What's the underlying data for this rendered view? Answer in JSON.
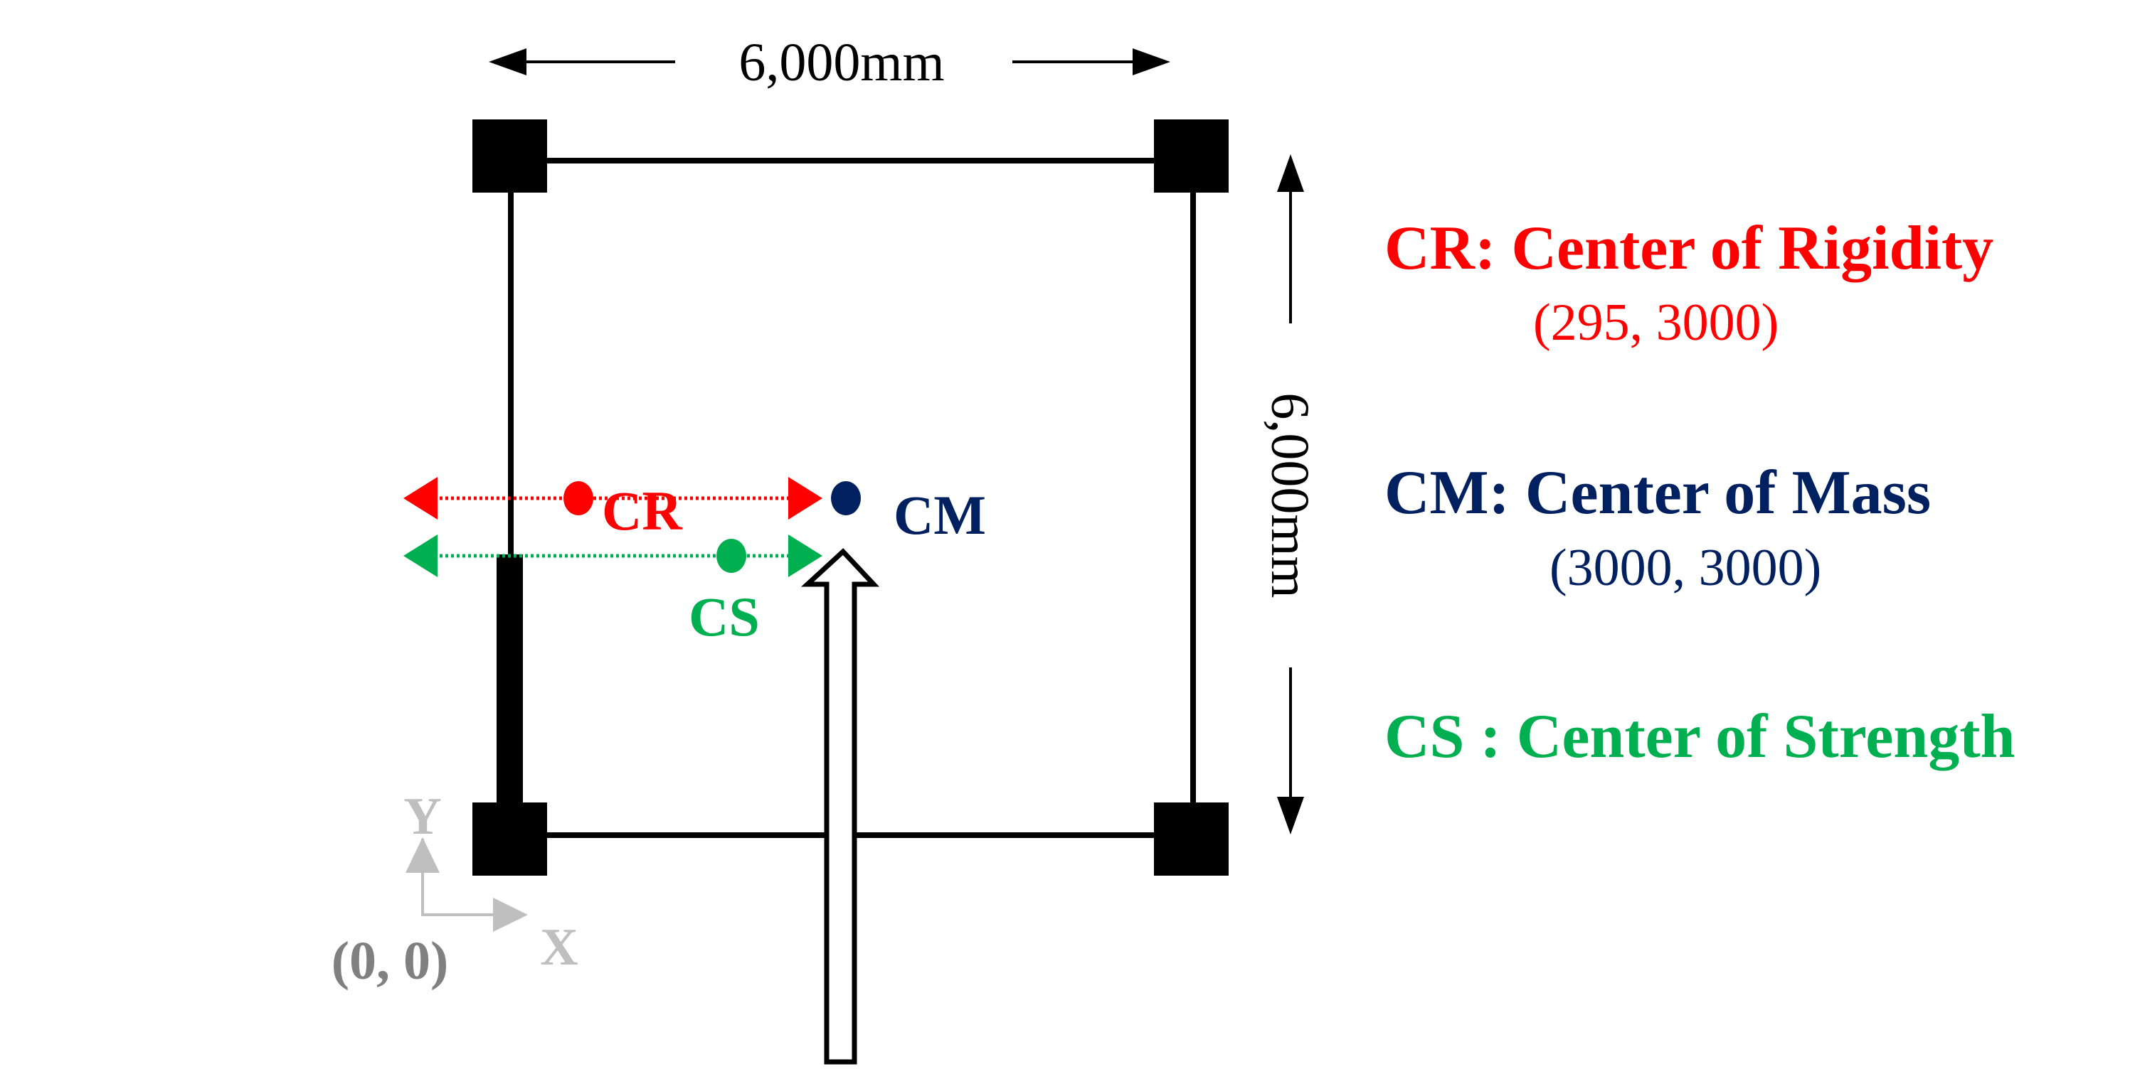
{
  "dimensions": {
    "horizontal_label": "6,000mm",
    "vertical_label": "6,000mm"
  },
  "markers": {
    "cr": "CR",
    "cm": "CM",
    "cs": "CS"
  },
  "axes": {
    "x_label": "X",
    "y_label": "Y",
    "origin_label": "(0, 0)"
  },
  "legend": [
    {
      "title": "CR: Center of Rigidity",
      "coords": "(295, 3000)",
      "color": "#ff0000"
    },
    {
      "title": "CM: Center of Mass",
      "coords": "(3000, 3000)",
      "color": "#002060"
    },
    {
      "title": "CS : Center of Strength",
      "color": "#00b050"
    }
  ],
  "colors": {
    "cr": "#ff0000",
    "cm": "#002060",
    "cs": "#00b050",
    "axis_light": "#bfbfbf",
    "axis_dark": "#808080"
  }
}
